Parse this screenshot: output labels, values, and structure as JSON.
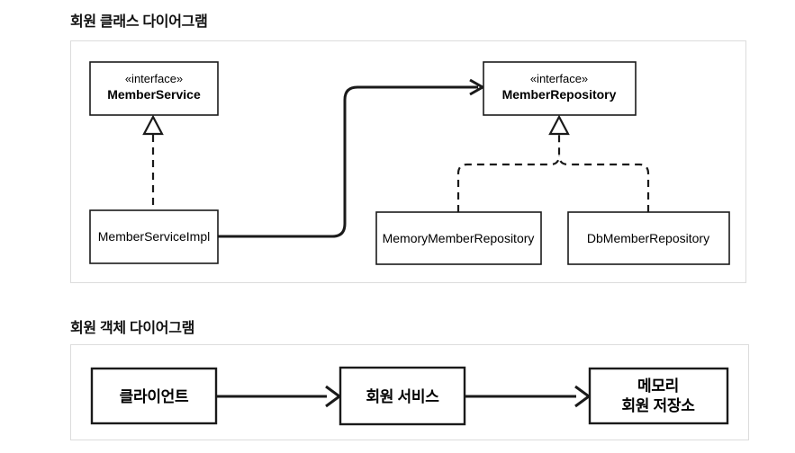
{
  "colors": {
    "line": "#1a1a1a",
    "panel_border": "#dcdcdc",
    "box_fill": "#ffffff",
    "text": "#000000"
  },
  "class_diagram": {
    "title": "회원 클래스 다이어그램",
    "member_service": {
      "stereotype": "«interface»",
      "name": "MemberService"
    },
    "member_repository": {
      "stereotype": "«interface»",
      "name": "MemberRepository"
    },
    "member_service_impl": {
      "name": "MemberServiceImpl"
    },
    "memory_member_repository": {
      "name": "MemoryMemberRepository"
    },
    "db_member_repository": {
      "name": "DbMemberRepository"
    },
    "relations": [
      {
        "from": "MemberServiceImpl",
        "to": "MemberService",
        "type": "realization",
        "style": "dashed-hollow-triangle"
      },
      {
        "from": "MemberServiceImpl",
        "to": "MemberRepository",
        "type": "dependency",
        "style": "solid-open-arrow"
      },
      {
        "from": "MemoryMemberRepository",
        "to": "MemberRepository",
        "type": "realization",
        "style": "dashed-hollow-triangle"
      },
      {
        "from": "DbMemberRepository",
        "to": "MemberRepository",
        "type": "realization",
        "style": "dashed-hollow-triangle"
      }
    ]
  },
  "object_diagram": {
    "title": "회원 객체 다이어그램",
    "client": {
      "name": "클라이언트"
    },
    "member_service": {
      "name": "회원 서비스"
    },
    "memory_member_store": {
      "line1": "메모리",
      "line2": "회원 저장소"
    },
    "relations": [
      {
        "from": "클라이언트",
        "to": "회원 서비스",
        "style": "solid-open-arrow"
      },
      {
        "from": "회원 서비스",
        "to": "메모리 회원 저장소",
        "style": "solid-open-arrow"
      }
    ]
  }
}
